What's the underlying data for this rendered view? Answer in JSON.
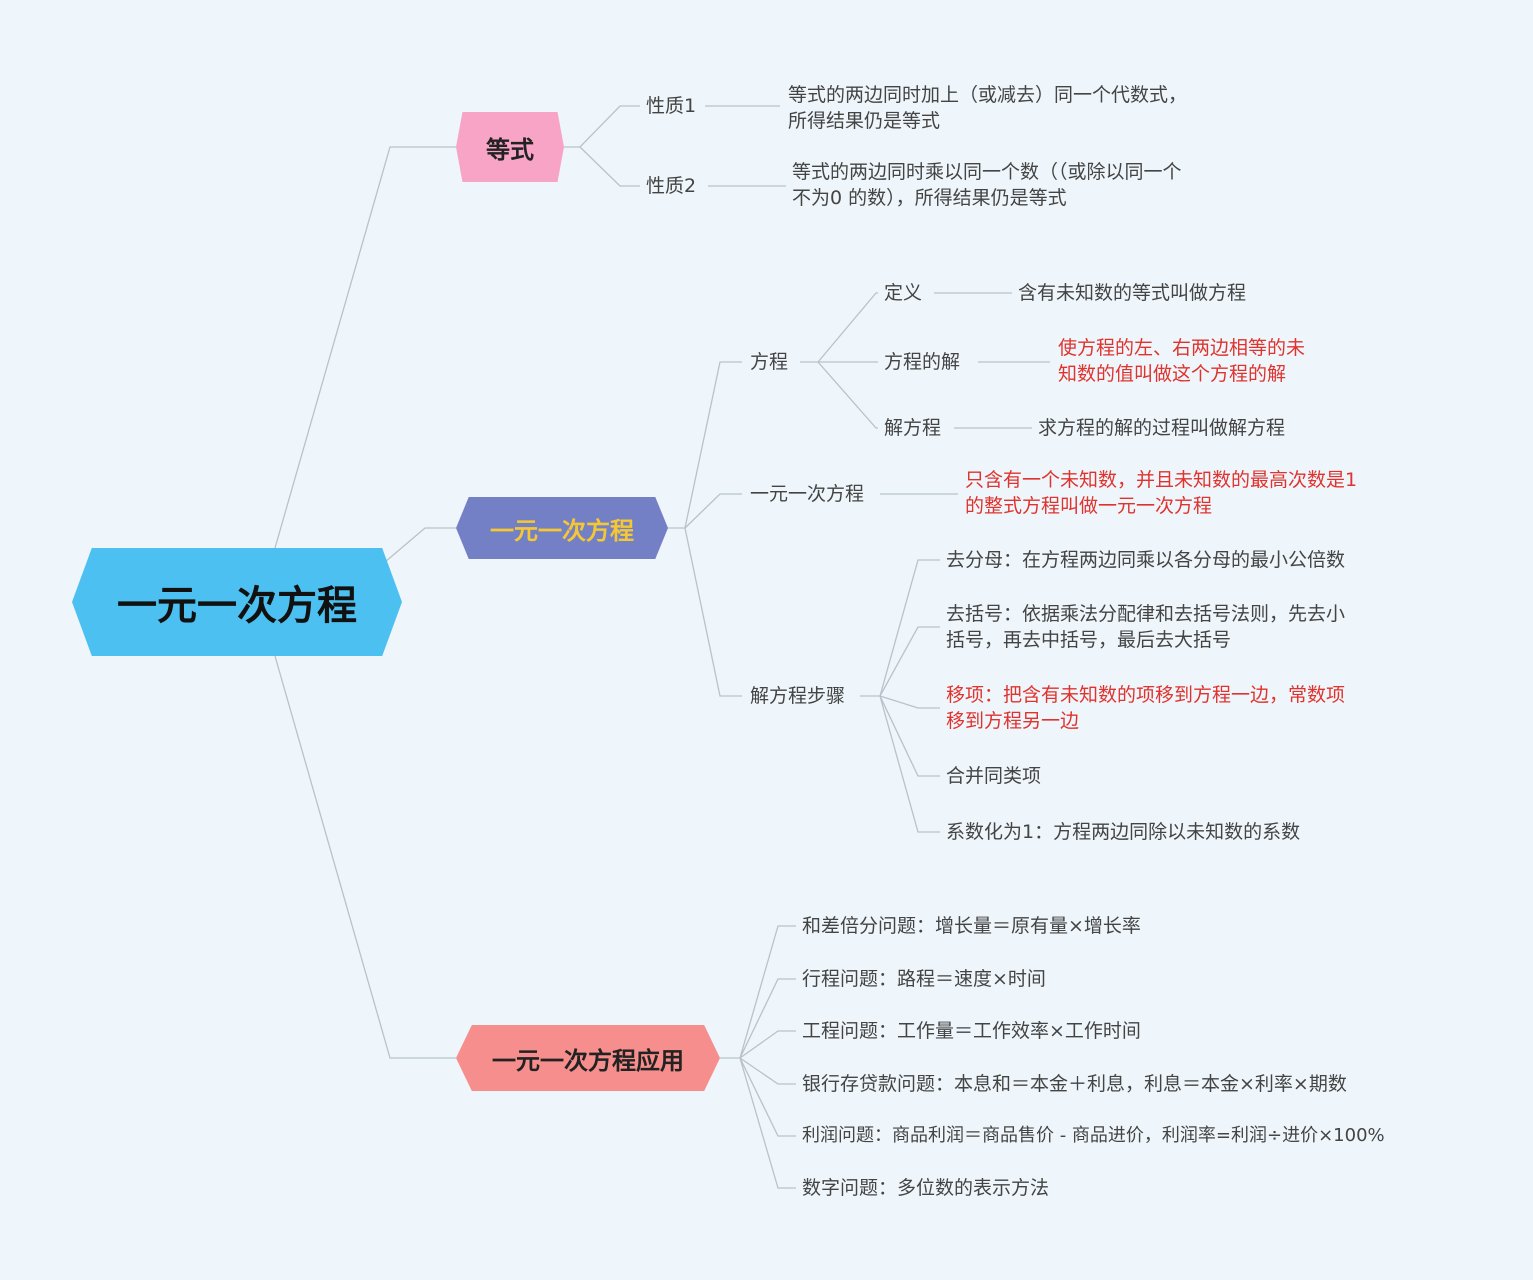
{
  "root": "一元一次方程",
  "branches": {
    "dengshi": {
      "label": "等式",
      "items": [
        {
          "label": "性质1",
          "desc": [
            "等式的两边同时加上（或减去）同一个代数式，",
            "所得结果仍是等式"
          ]
        },
        {
          "label": "性质2",
          "desc": [
            "等式的两边同时乘以同一个数（（或除以同一个",
            "不为0 的数），所得结果仍是等式"
          ]
        }
      ]
    },
    "fangcheng_main": {
      "label": "一元一次方程",
      "fangcheng": {
        "label": "方程",
        "items": [
          {
            "label": "定义",
            "desc": [
              "含有未知数的等式叫做方程"
            ]
          },
          {
            "label": "方程的解",
            "desc": [
              "使方程的左、右两边相等的未",
              "知数的值叫做这个方程的解"
            ]
          },
          {
            "label": "解方程",
            "desc": [
              "求方程的解的过程叫做解方程"
            ]
          }
        ]
      },
      "yiyuan": {
        "label": "一元一次方程",
        "desc": [
          "只含有一个未知数，并且未知数的最高次数是1",
          "的整式方程叫做一元一次方程"
        ]
      },
      "steps": {
        "label": "解方程步骤",
        "items": [
          [
            "去分母：在方程两边同乘以各分母的最小公倍数"
          ],
          [
            "去括号：依据乘法分配律和去括号法则，先去小",
            "括号，再去中括号，最后去大括号"
          ],
          [
            "移项：把含有未知数的项移到方程一边，常数项",
            "移到方程另一边"
          ],
          [
            "合并同类项"
          ],
          [
            "系数化为1：方程两边同除以未知数的系数"
          ]
        ]
      }
    },
    "yingyong": {
      "label": "一元一次方程应用",
      "items": [
        "和差倍分问题：增长量＝原有量×增长率",
        "行程问题：路程＝速度×时间",
        "工程问题：工作量＝工作效率×工作时间",
        "银行存贷款问题：本息和＝本金＋利息，利息＝本金×利率×期数",
        "利润问题：商品利润＝商品售价 - 商品进价，利润率=利润÷进价×100%",
        "数字问题：多位数的表示方法"
      ]
    }
  },
  "colors": {
    "root": "#4cc0f0",
    "dengshi": "#f8a4c7",
    "fangcheng": "#7480c6",
    "fangcheng_text": "#f5c733",
    "yingyong": "#f58e8c",
    "highlight": "#e0332e"
  }
}
